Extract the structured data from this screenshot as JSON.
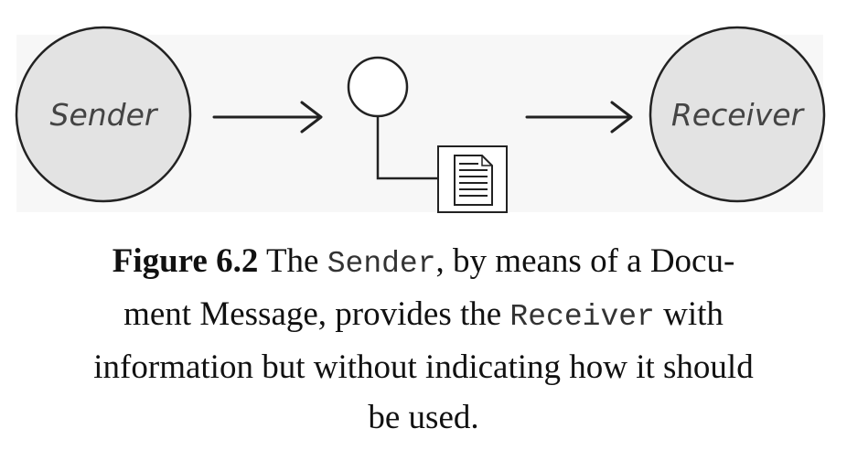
{
  "diagram": {
    "sender_label": "Sender",
    "receiver_label": "Receiver",
    "icons": {
      "channel": "channel-circle-icon",
      "message": "document-message-icon"
    },
    "colors": {
      "node_fill": "#e3e3e3",
      "stroke": "#222222",
      "label": "#444444",
      "panel": "#f7f7f7"
    }
  },
  "caption": {
    "figure_number": "Figure 6.2",
    "line1_a": " The ",
    "code_sender": "Sender",
    "line1_b": ", by means of a Docu-",
    "line2_a": "ment Message, provides the ",
    "code_receiver": "Receiver",
    "line2_b": " with",
    "line3": "information but without indicating how it should",
    "line4": "be used."
  }
}
